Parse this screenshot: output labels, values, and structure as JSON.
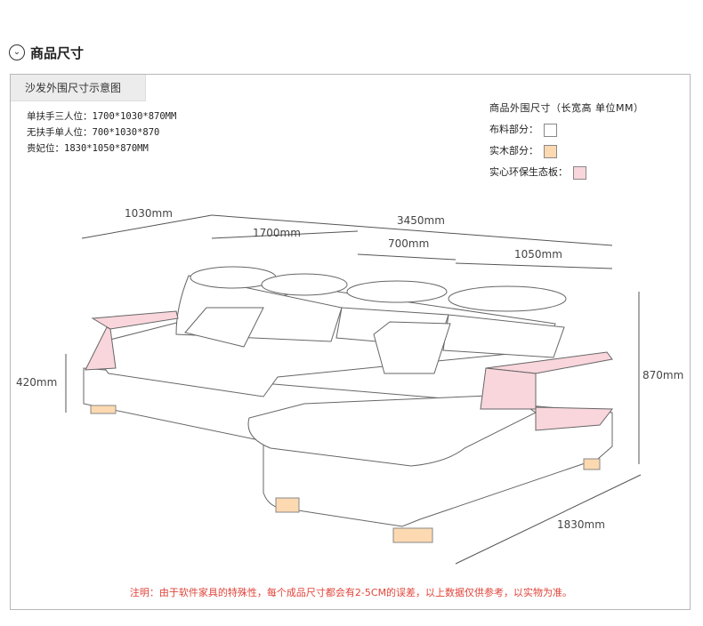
{
  "header": {
    "chevron_icon": "chevron-down-icon",
    "title": "商品尺寸"
  },
  "panel": {
    "tab_label": "沙发外围尺寸示意图"
  },
  "specs": [
    "单扶手三人位：1700*1030*870MM",
    "无扶手单人位：700*1030*870",
    "贵妃位：1830*1050*870MM"
  ],
  "legend": {
    "title": "商品外围尺寸（长宽高 单位MM）",
    "items": [
      {
        "label": "布料部分：",
        "color": "#ffffff"
      },
      {
        "label": "实木部分：",
        "color": "#fcd9b0"
      },
      {
        "label": "实心环保生态板：",
        "color": "#f9d6dc"
      }
    ]
  },
  "dimensions": {
    "depth": "1030mm",
    "total_length": "3450mm",
    "three_seat": "1700mm",
    "single_seat": "700mm",
    "chaise_width": "1050mm",
    "seat_height": "420mm",
    "total_height": "870mm",
    "chaise_length": "1830mm"
  },
  "note": "注明：由于软件家具的特殊性，每个成品尺寸都会有2-5CM的误差，以上数据仅供参考，以实物为准。"
}
